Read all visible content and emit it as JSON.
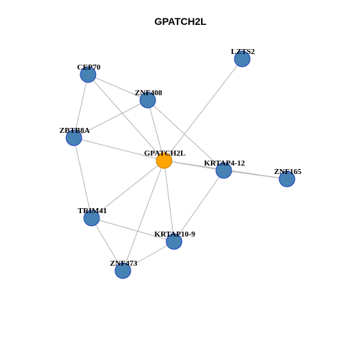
{
  "title": "GPATCH2L",
  "colors": {
    "center_fill": "#FFA500",
    "center_stroke": "#C87A00",
    "node_fill": "#4682B4",
    "node_stroke": "#1F3FBF",
    "edge": "#B3B3B3"
  },
  "nodes": [
    {
      "id": "GPATCH2L",
      "label": "GPATCH2L",
      "center": true
    },
    {
      "id": "LZTS2",
      "label": "LZTS2"
    },
    {
      "id": "CEP70",
      "label": "CEP70"
    },
    {
      "id": "ZNF408",
      "label": "ZNF408"
    },
    {
      "id": "ZBTB8A",
      "label": "ZBTB8A"
    },
    {
      "id": "KRTAP4-12",
      "label": "KRTAP4-12"
    },
    {
      "id": "ZNF165",
      "label": "ZNF165"
    },
    {
      "id": "TRIM41",
      "label": "TRIM41"
    },
    {
      "id": "KRTAP10-9",
      "label": "KRTAP10-9"
    },
    {
      "id": "ZNF473",
      "label": "ZNF473"
    }
  ],
  "edges": [
    [
      "GPATCH2L",
      "LZTS2"
    ],
    [
      "GPATCH2L",
      "CEP70"
    ],
    [
      "GPATCH2L",
      "ZNF408"
    ],
    [
      "GPATCH2L",
      "ZBTB8A"
    ],
    [
      "GPATCH2L",
      "KRTAP4-12"
    ],
    [
      "GPATCH2L",
      "ZNF165"
    ],
    [
      "GPATCH2L",
      "TRIM41"
    ],
    [
      "GPATCH2L",
      "KRTAP10-9"
    ],
    [
      "GPATCH2L",
      "ZNF473"
    ],
    [
      "CEP70",
      "ZNF408"
    ],
    [
      "CEP70",
      "ZBTB8A"
    ],
    [
      "ZNF408",
      "ZBTB8A"
    ],
    [
      "ZNF408",
      "KRTAP4-12"
    ],
    [
      "ZBTB8A",
      "TRIM41"
    ],
    [
      "KRTAP4-12",
      "ZNF165"
    ],
    [
      "KRTAP4-12",
      "KRTAP10-9"
    ],
    [
      "TRIM41",
      "KRTAP10-9"
    ],
    [
      "TRIM41",
      "ZNF473"
    ],
    [
      "KRTAP10-9",
      "ZNF473"
    ]
  ]
}
